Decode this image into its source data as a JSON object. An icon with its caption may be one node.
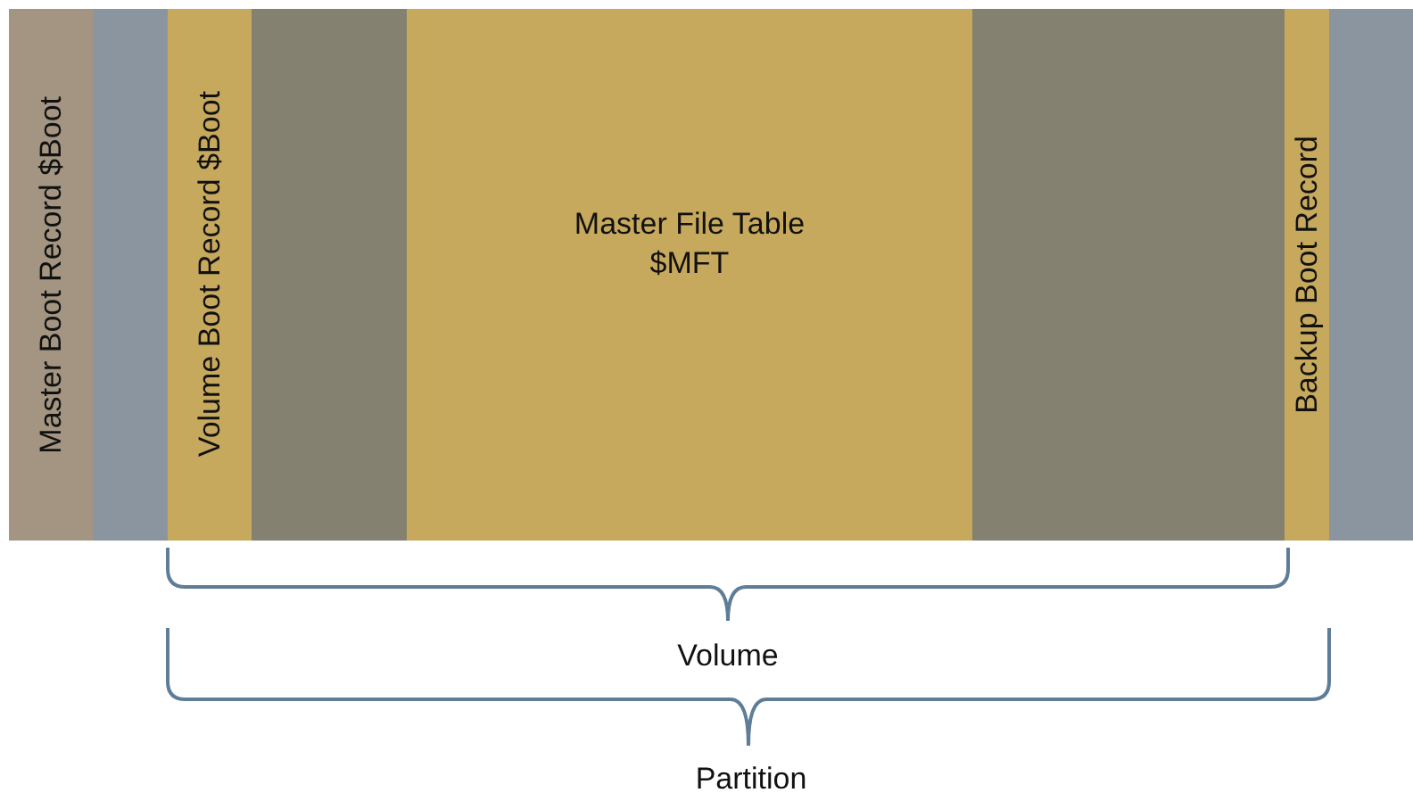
{
  "diagram": {
    "nodes": [
      {
        "text": [
          "Master Boot Record $Boot"
        ]
      },
      {
        "text": [],
        "shape": "box"
      },
      {
        "text": [
          "Volume Boot Record $Boot"
        ]
      },
      {
        "text": [],
        "shape": "box"
      },
      {
        "text": [
          "Master File Table $MFT"
        ]
      },
      {
        "text": [],
        "shape": "box"
      },
      {
        "text": [
          "Backup Boot Record"
        ]
      },
      {
        "text": [],
        "shape": "box"
      }
    ],
    "labels": [
      "Volume",
      "Partition"
    ]
  }
}
